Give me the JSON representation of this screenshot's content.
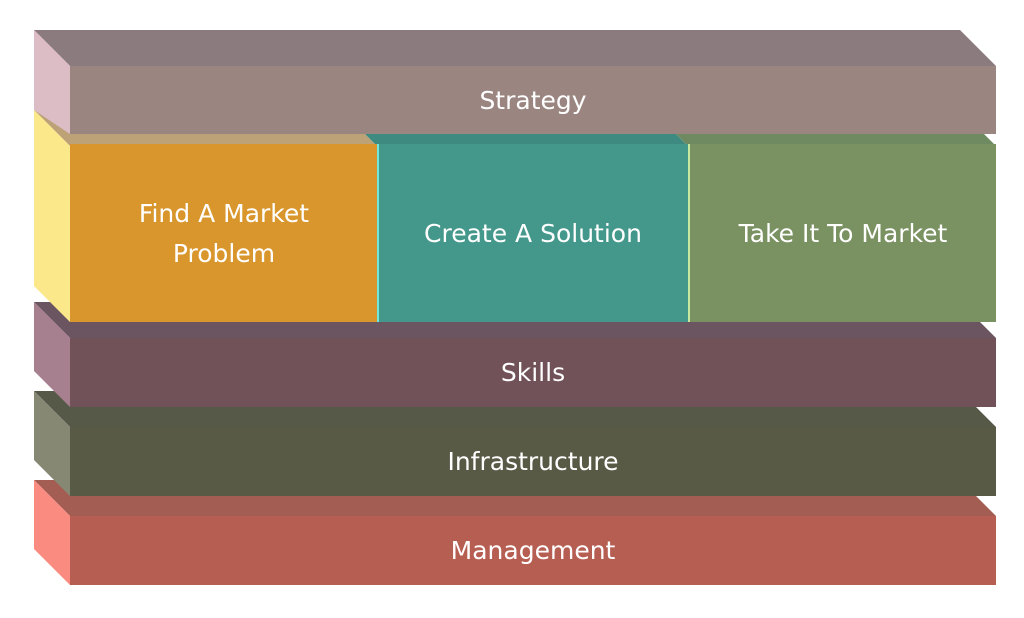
{
  "layers": {
    "strategy": {
      "label": "Strategy",
      "colors": {
        "front": "#9a8581",
        "top": "#8c7b7e",
        "side": "#dcbdc5"
      }
    },
    "find_problem": {
      "label_line1": "Find A Market",
      "label_line2": "Problem",
      "colors": {
        "front": "#d9962c",
        "top": "#bca276",
        "side": "#fbe88a"
      }
    },
    "create_solution": {
      "label": "Create A Solution",
      "colors": {
        "front": "#43978b",
        "top": "#3f8a80"
      }
    },
    "take_to_market": {
      "label": "Take It To Market",
      "colors": {
        "front": "#7a9161",
        "top": "#6f8a60"
      }
    },
    "skills": {
      "label": "Skills",
      "colors": {
        "front": "#715258",
        "top": "#6a5560",
        "side": "#a6808f"
      }
    },
    "infrastructure": {
      "label": "Infrastructure",
      "colors": {
        "front": "#595a46",
        "top": "#565848",
        "side": "#868873"
      }
    },
    "management": {
      "label": "Management",
      "colors": {
        "front": "#b75e52",
        "top": "#a35d52",
        "side": "#f98b80"
      }
    }
  }
}
